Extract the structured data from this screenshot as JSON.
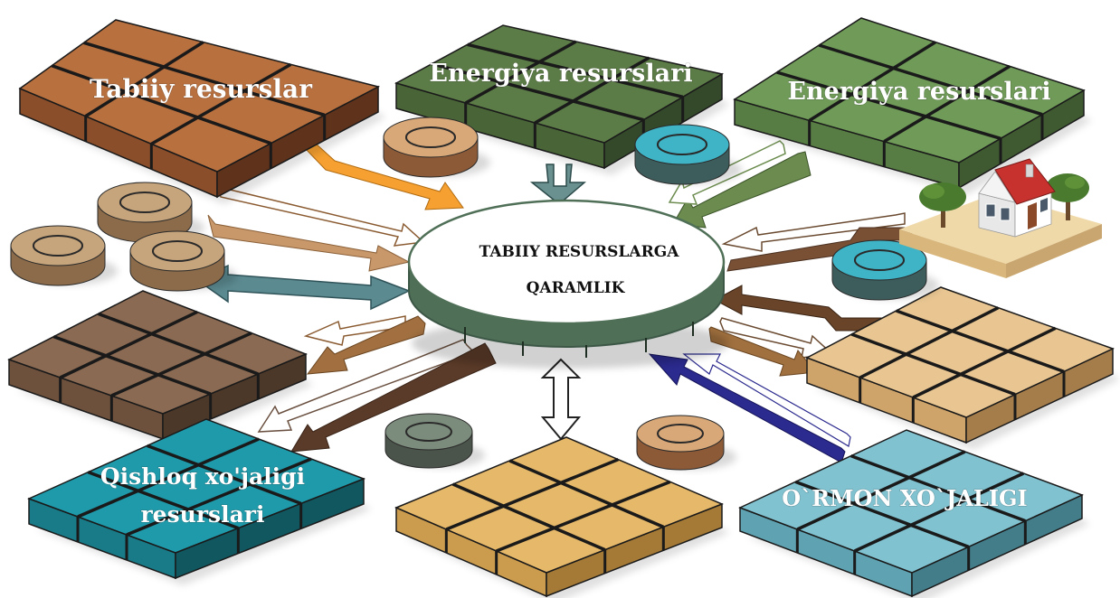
{
  "hub": {
    "line1": "TABIIY RESURSLARGA",
    "line2": "QARAMLIK",
    "colors": {
      "top": "#ffffff",
      "side": "#4f6f57",
      "outline": "#3d5747"
    }
  },
  "tiles": [
    {
      "id": "top-left",
      "label": [
        "Tabiiy resurslar"
      ],
      "top": "#b8703f",
      "left": "#8a4e2a",
      "right": "#5e321b",
      "line": "#1a1a1a"
    },
    {
      "id": "top-center",
      "label": [
        "Energiya resurslari"
      ],
      "top": "#5c7c47",
      "left": "#496537",
      "right": "#34492a",
      "line": "#1a1a1a"
    },
    {
      "id": "top-right",
      "label": [
        "Energiya resurslari"
      ],
      "top": "#6f9a58",
      "left": "#577c44",
      "right": "#3f5a31",
      "line": "#1a1a1a"
    },
    {
      "id": "middle-left",
      "label": [],
      "top": "#8a6a52",
      "left": "#6d513d",
      "right": "#4c3829",
      "line": "#1a1a1a"
    },
    {
      "id": "middle-right",
      "label": [],
      "top": "#e8c591",
      "left": "#cfa46a",
      "right": "#a57d4b",
      "line": "#1a1a1a"
    },
    {
      "id": "bottom-left",
      "label": [
        "Qishloq xo'jaligi",
        "resurslari"
      ],
      "top": "#1f9aaa",
      "left": "#197b88",
      "right": "#115760",
      "line": "#1a1a1a"
    },
    {
      "id": "bottom-center",
      "label": [],
      "top": "#e6b86a",
      "left": "#cc9c4e",
      "right": "#a47a36",
      "line": "#1a1a1a"
    },
    {
      "id": "bottom-right",
      "label": [
        "O`RMON XO`JALIGI"
      ],
      "top": "#80c2d0",
      "left": "#5fa3b2",
      "right": "#447d8a",
      "line": "#1a1a1a"
    }
  ],
  "discs": [
    {
      "id": "disc-top-a",
      "top": "#d9a878",
      "side": "#8d5a38"
    },
    {
      "id": "disc-top-b",
      "top": "#3fb4c6",
      "side": "#3d5d5c"
    },
    {
      "id": "disc-left-a",
      "top": "#c7a57c",
      "side": "#8b6b4a"
    },
    {
      "id": "disc-left-b",
      "top": "#c7a57c",
      "side": "#8b6b4a"
    },
    {
      "id": "disc-left-c",
      "top": "#c7a57c",
      "side": "#8b6b4a"
    },
    {
      "id": "disc-right",
      "top": "#3fb4c6",
      "side": "#3d5d5c"
    },
    {
      "id": "disc-bottom-a",
      "top": "#7c8c7c",
      "side": "#4a544a"
    },
    {
      "id": "disc-bottom-b",
      "top": "#d9a878",
      "side": "#8d5a38"
    }
  ],
  "house": {
    "wall": "#f2f2f2",
    "roof": "#c8322e",
    "ground": "#f0d9a8",
    "ground_side": "#c9a66f",
    "tree": "#4a7a2e",
    "trunk": "#6b4a2b"
  }
}
